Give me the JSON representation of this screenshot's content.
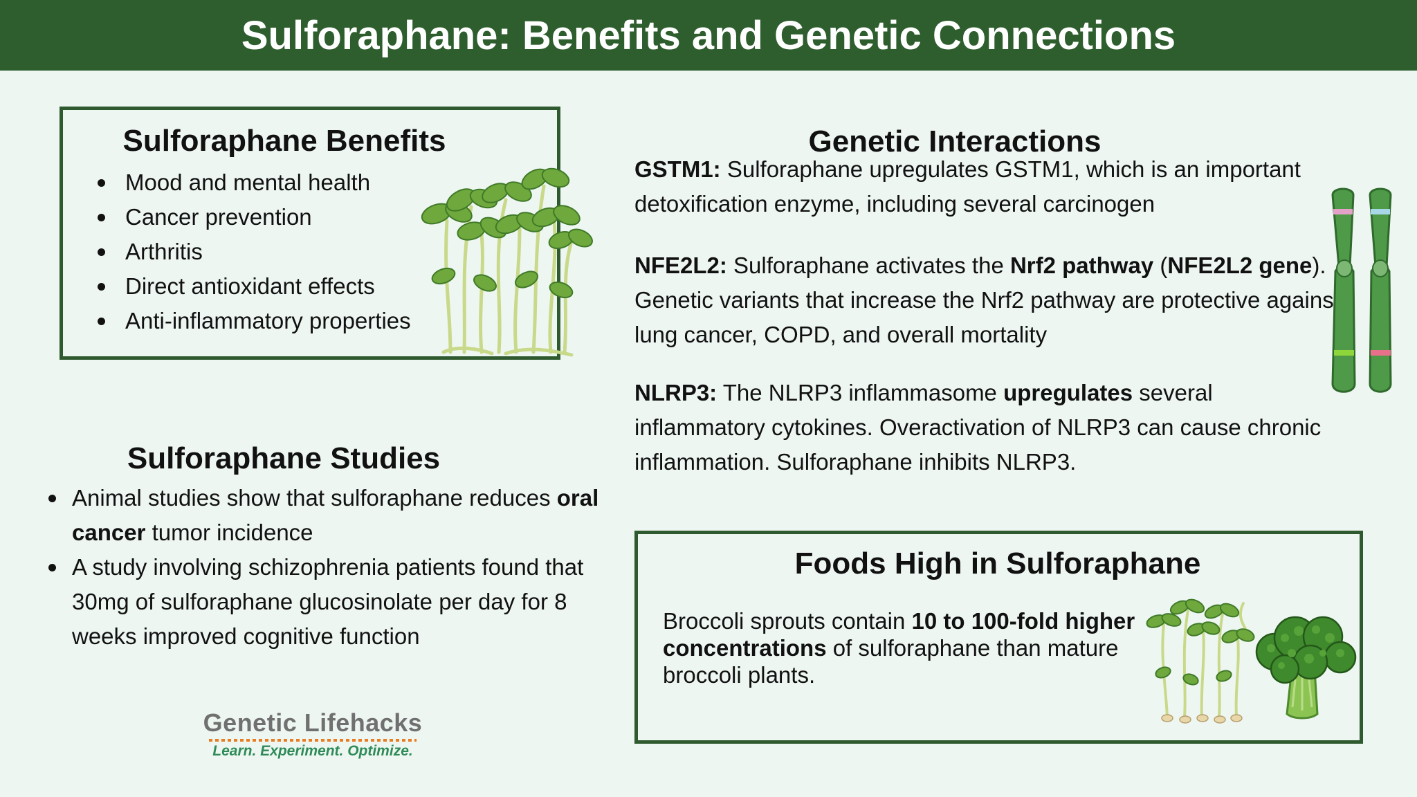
{
  "header": {
    "title": "Sulforaphane: Benefits and Genetic Connections"
  },
  "benefits": {
    "title": "Sulforaphane Benefits",
    "items": [
      "Mood and mental health",
      "Cancer prevention",
      "Arthritis",
      "Direct antioxidant effects",
      "Anti-inflammatory properties"
    ]
  },
  "studies": {
    "title": "Sulforaphane Studies",
    "item1": {
      "pre": "Animal studies show that sulforaphane reduces ",
      "bold": "oral cancer",
      "post": " tumor incidence"
    },
    "item2": {
      "text": "A study involving schizophrenia patients found that 30mg of sulforaphane glucosinolate per day for 8 weeks improved cognitive function"
    }
  },
  "genetics": {
    "title": "Genetic Interactions",
    "gstm1": {
      "label": "GSTM1:",
      "text": " Sulforaphane upregulates GSTM1, which is an important detoxification enzyme, including several carcinogen"
    },
    "nfe2l2": {
      "label": "NFE2L2:",
      "pre": " Sulforaphane activates the ",
      "bold1": "Nrf2 pathway",
      "mid": " (",
      "bold2": "NFE2L2 gene",
      "post": "). Genetic variants that increase the Nrf2 pathway are protective against lung cancer, COPD, and overall mortality"
    },
    "nlrp3": {
      "label": "NLRP3:",
      "pre": " The NLRP3 inflammasome ",
      "bold": "upregulates",
      "post": " several inflammatory cytokines. Overactivation of NLRP3 can cause chronic inflammation. Sulforaphane inhibits NLRP3."
    }
  },
  "foods": {
    "title": "Foods High in Sulforaphane",
    "pre": "Broccoli sprouts contain ",
    "bold": "10 to 100-fold higher concentrations",
    "post": " of sulforaphane than mature broccoli plants."
  },
  "logo": {
    "name": "Genetic Lifehacks",
    "tagline": "Learn. Experiment. Optimize."
  },
  "colors": {
    "header": "#2e5e2e",
    "background": "#eef6f2",
    "border": "#2f5a2f",
    "chromosome": "#4e9a48",
    "logo_accent": "#e87d22"
  },
  "icons": [
    "microgreens-sprouts-icon",
    "chromosome-icon",
    "broccoli-sprouts-icon",
    "broccoli-icon"
  ]
}
